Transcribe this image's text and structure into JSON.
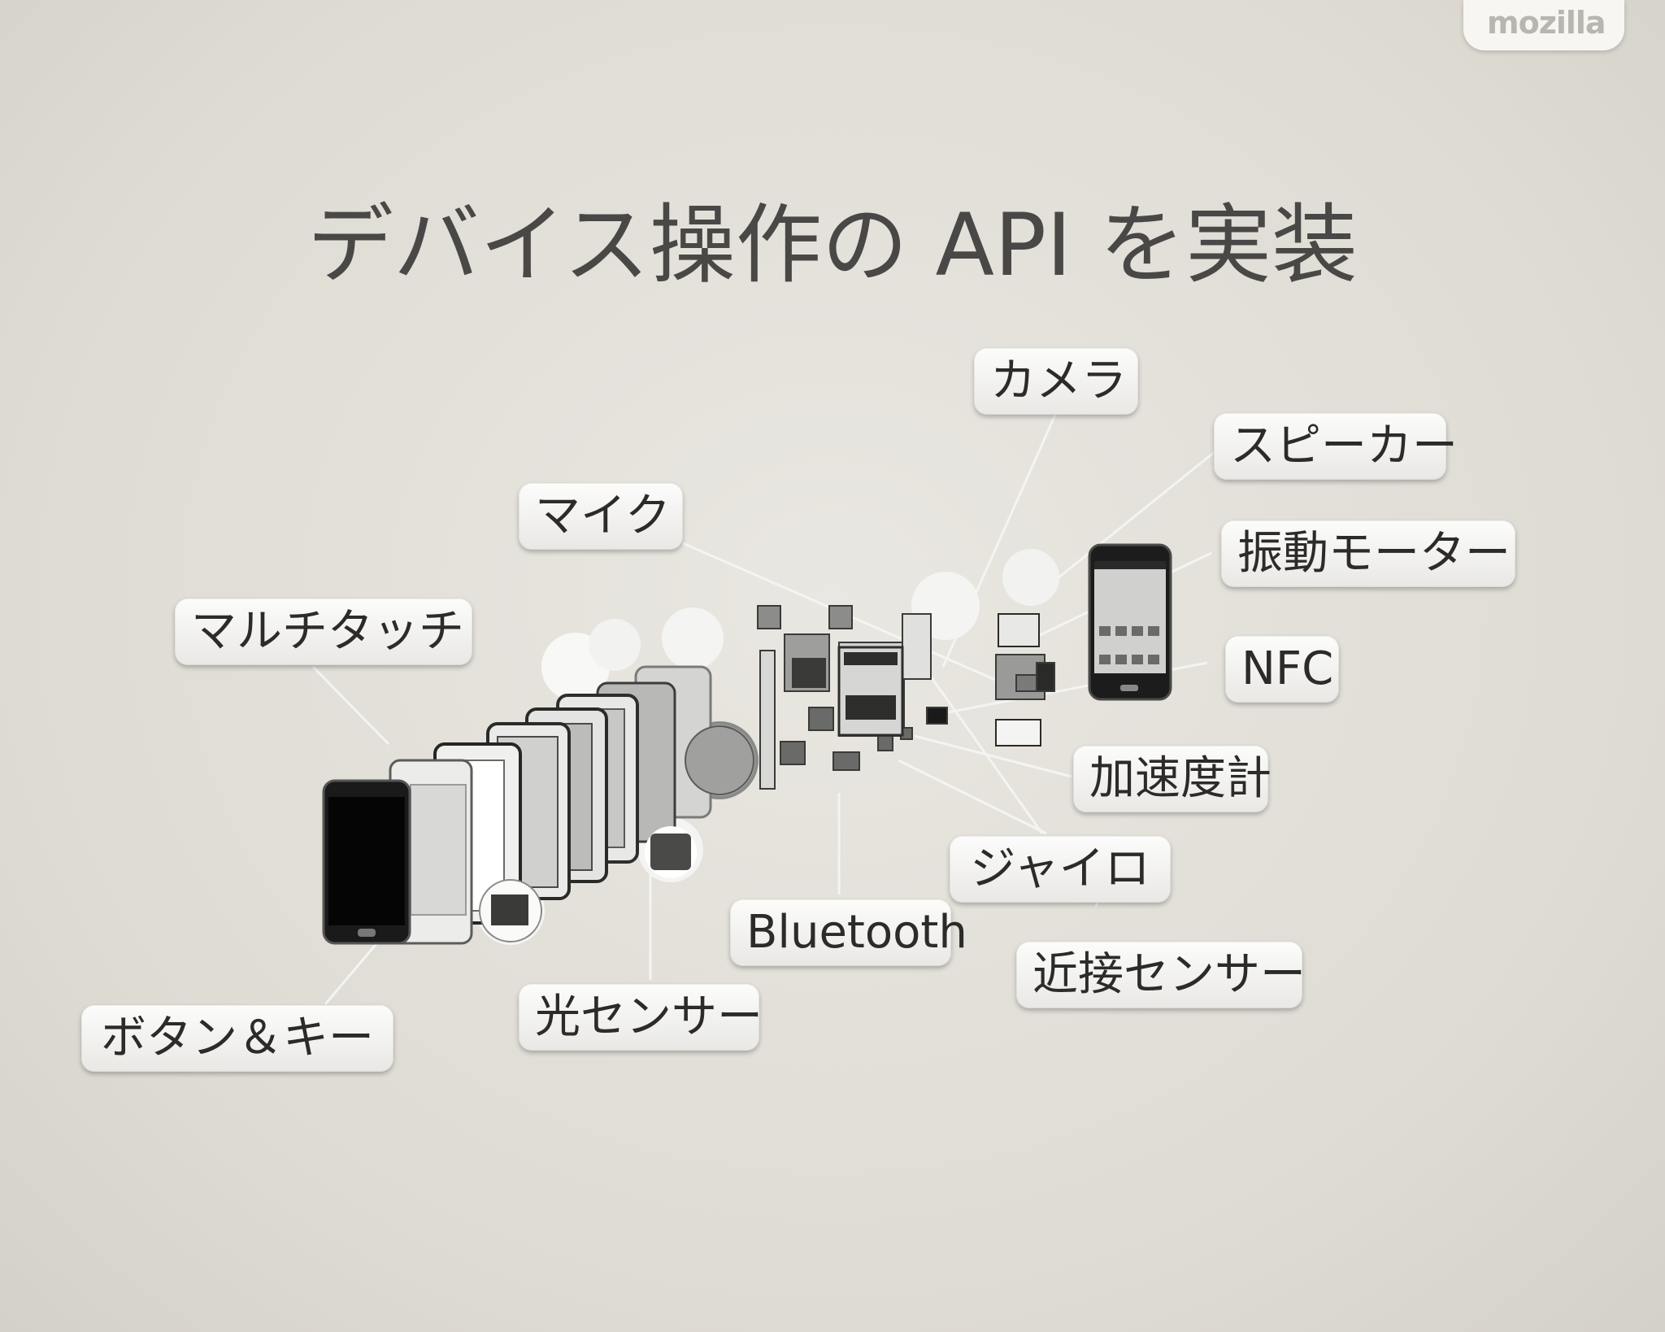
{
  "brand": {
    "logo": "mozilla"
  },
  "slide": {
    "title": "デバイス操作の API を実装"
  },
  "labels": {
    "camera": "カメラ",
    "speaker": "スピーカー",
    "mic": "マイク",
    "vibration": "振動モーター",
    "multitouch": "マルチタッチ",
    "nfc": "NFC",
    "accelerometer": "加速度計",
    "gyro": "ジャイロ",
    "bluetooth": "Bluetooth",
    "proximity": "近接センサー",
    "light": "光センサー",
    "buttons": "ボタン＆キー"
  }
}
